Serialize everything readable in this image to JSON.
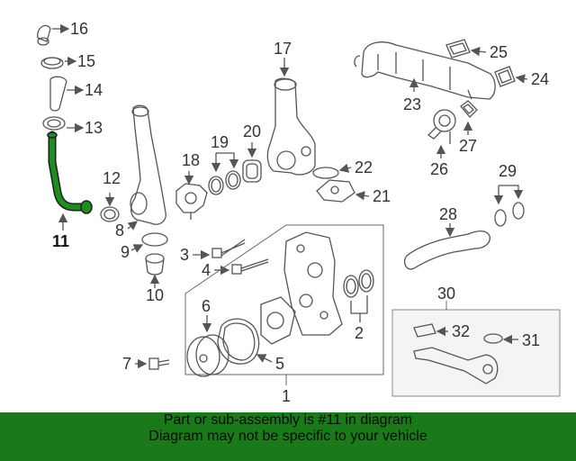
{
  "diagram": {
    "callouts": {
      "c1": "1",
      "c2": "2",
      "c3": "3",
      "c4": "4",
      "c5": "5",
      "c6": "6",
      "c7": "7",
      "c8": "8",
      "c9": "9",
      "c10": "10",
      "c11": "11",
      "c12": "12",
      "c13": "13",
      "c14": "14",
      "c15": "15",
      "c16": "16",
      "c17": "17",
      "c18": "18",
      "c19": "19",
      "c20": "20",
      "c21": "21",
      "c22": "22",
      "c23": "23",
      "c24": "24",
      "c25": "25",
      "c26": "26",
      "c27": "27",
      "c28": "28",
      "c29": "29",
      "c30": "30",
      "c31": "31",
      "c32": "32"
    },
    "highlighted_part": "11",
    "highlight_color": "#1e8c1e",
    "line_color": "#555555"
  },
  "banner": {
    "line1": "Part or sub-assembly is #11 in diagram",
    "line2": "Diagram may not be specific to your vehicle",
    "background": "#1a7a1a"
  }
}
